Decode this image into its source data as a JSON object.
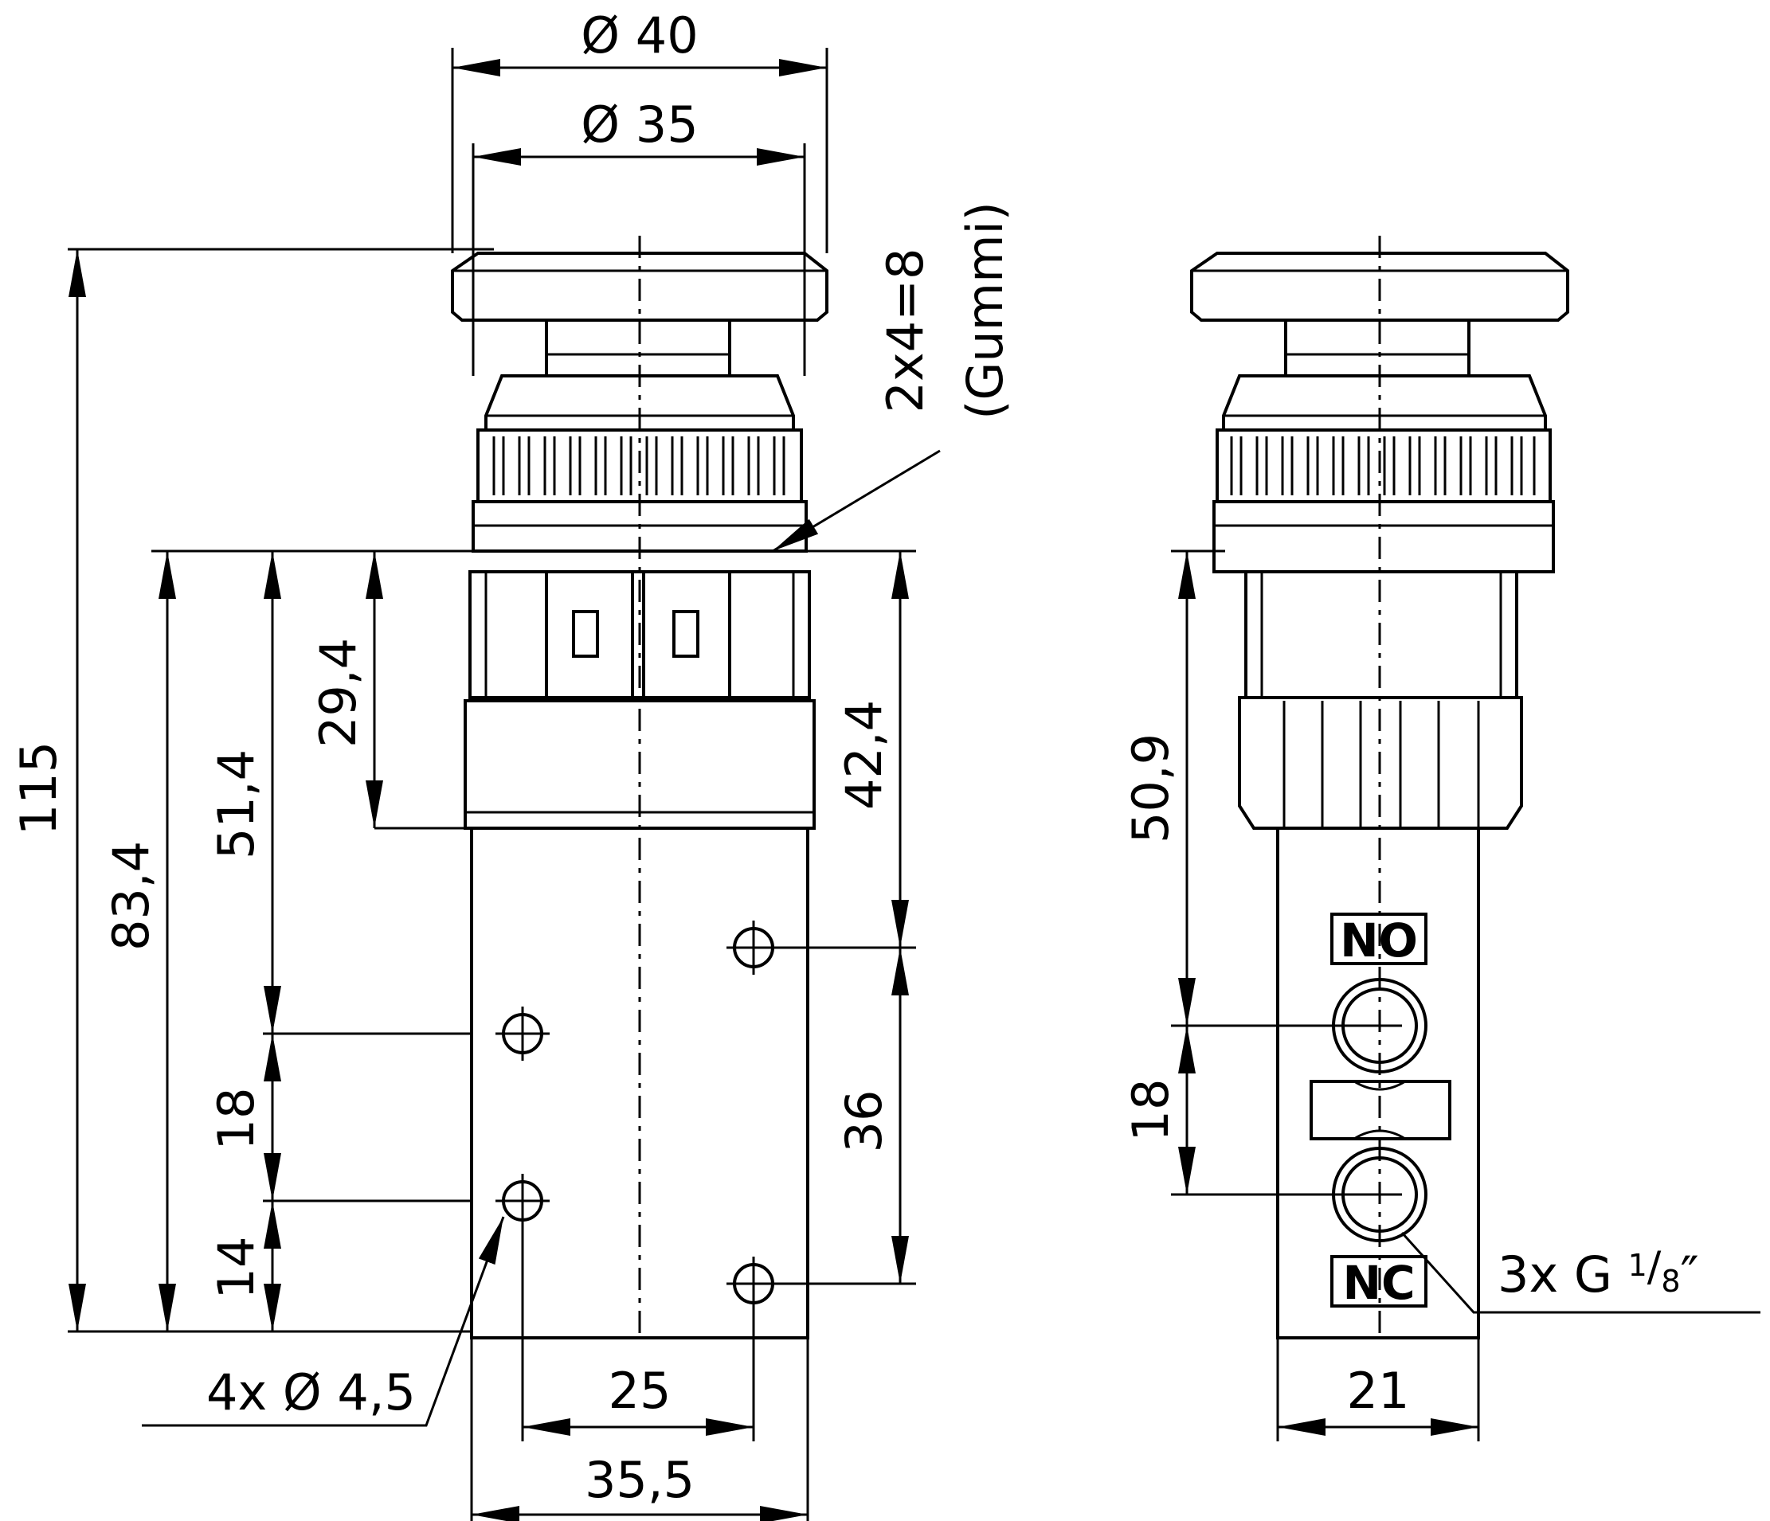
{
  "front_view": {
    "dims": {
      "d40": "Ø 40",
      "d35": "Ø 35",
      "h115": "115",
      "h83": "83,4",
      "h51": "51,4",
      "h29": "29,4",
      "h42": "42,4",
      "v18": "18",
      "v14": "14",
      "v36": "36",
      "w25": "25",
      "w35": "35,5"
    },
    "holes_note": "4x Ø 4,5",
    "gasket_note": {
      "line1": "2x4=8",
      "line2": "(Gummi)"
    }
  },
  "side_view": {
    "dims": {
      "h50": "50,9",
      "v18": "18",
      "w21": "21"
    },
    "port_no": "NO",
    "port_nc": "NC",
    "thread_prefix": "3x G ",
    "thread_num": "1",
    "thread_den": "8",
    "thread_suffix": "″"
  }
}
